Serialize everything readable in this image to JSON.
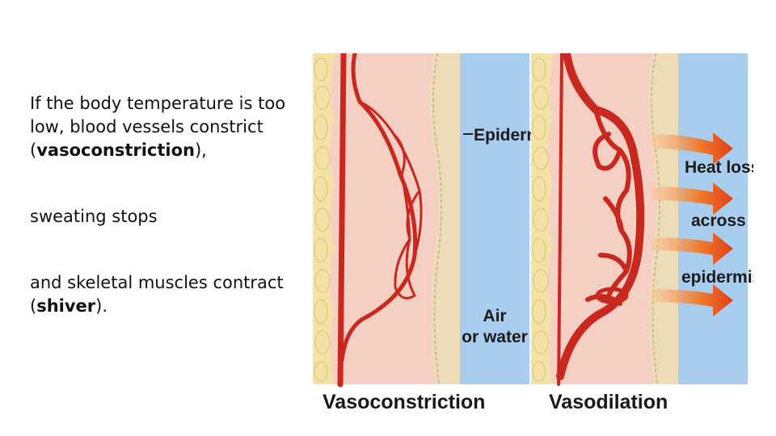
{
  "text": {
    "p1_pre": "If the body temperature is too low, blood vessels constrict (",
    "p1_bold": "vasoconstriction",
    "p1_post": "),",
    "p2": "sweating stops",
    "p3_pre": "and skeletal muscles contract (",
    "p3_bold": "shiver",
    "p3_post": ")."
  },
  "figure": {
    "left_panel": {
      "label_epidermis": "Epidermis",
      "label_air": "Air",
      "label_water": "or water",
      "caption": "Vasoconstriction"
    },
    "right_panel": {
      "label_heat": "Heat loss",
      "label_across": "across",
      "label_epidermis": "epidermis",
      "caption": "Vasodilation"
    },
    "colors": {
      "vessel": "#c8281e",
      "skin": "#f6cfc4",
      "fat": "#f3e2a6",
      "epidermis": "#eddcb8",
      "air": "#a9cdee",
      "arrow": "#e8501e"
    }
  }
}
